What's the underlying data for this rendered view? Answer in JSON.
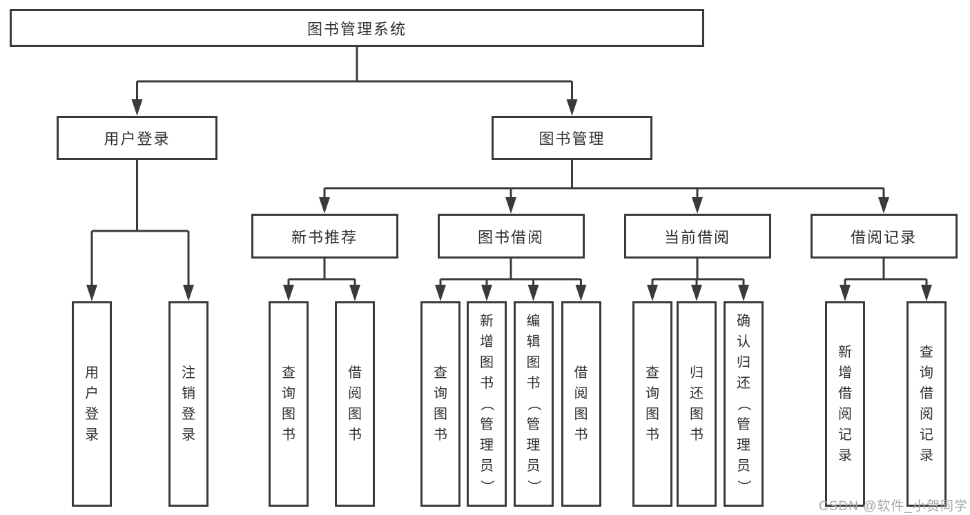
{
  "tree": {
    "root": {
      "label": "图书管理系统"
    },
    "level2": [
      {
        "label": "用户登录",
        "children": [
          "用户登录",
          "注销登录"
        ]
      },
      {
        "label": "图书管理",
        "children": [
          {
            "label": "新书推荐",
            "children": [
              "查询图书",
              "借阅图书"
            ]
          },
          {
            "label": "图书借阅",
            "children": [
              "查询图书",
              "新增图书（管理员）",
              "编辑图书（管理员）",
              "借阅图书"
            ]
          },
          {
            "label": "当前借阅",
            "children": [
              "查询图书",
              "归还图书",
              "确认归还（管理员）"
            ]
          },
          {
            "label": "借阅记录",
            "children": [
              "新增借阅记录",
              "查询借阅记录"
            ]
          }
        ]
      }
    ]
  },
  "watermark": {
    "text": "CSDN @软件_小贺同学"
  },
  "colors": {
    "line": "#3a3a3a",
    "text": "#2f2f2f",
    "watermark": "#a8a8a8",
    "background": "#ffffff"
  }
}
